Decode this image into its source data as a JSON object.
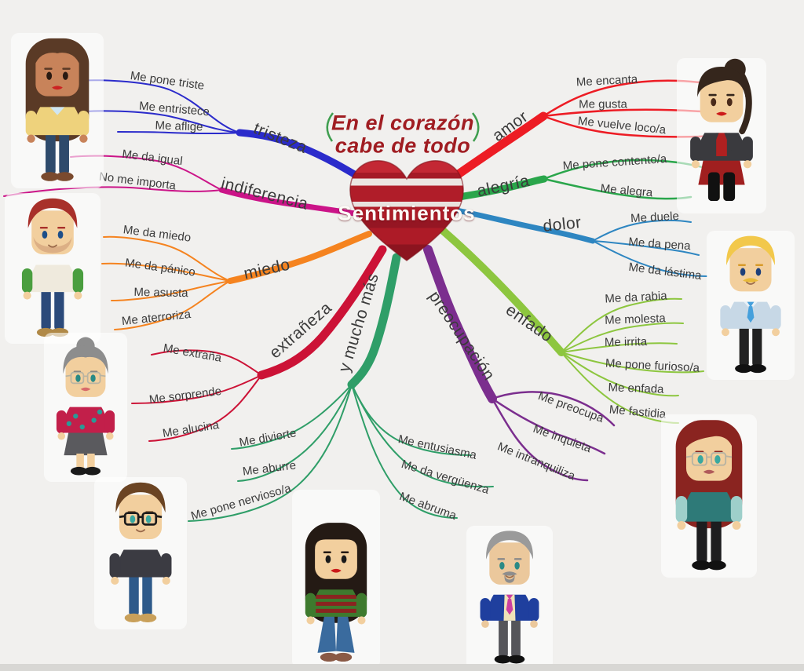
{
  "page": {
    "background": "#f1f0ee"
  },
  "center": {
    "title_line1": "En el corazón",
    "title_line2": "cabe de todo",
    "title_color": "#a01d22",
    "paren_color": "#3f9e4f",
    "heart_label": "Sentimientos",
    "heart_colors": {
      "base": "#b01d29",
      "dark": "#8c141f",
      "stripe": "#ece6e2"
    }
  },
  "branches": [
    {
      "label": "tristeza",
      "color": "#2b2bcb",
      "children": [
        {
          "label": "Me pone triste"
        },
        {
          "label": "Me entristece"
        },
        {
          "label": "Me aflige"
        }
      ]
    },
    {
      "label": "indiferencia",
      "color": "#cb1488",
      "children": [
        {
          "label": "Me da igual"
        },
        {
          "label": "No me importa"
        }
      ]
    },
    {
      "label": "miedo",
      "color": "#f5831f",
      "children": [
        {
          "label": "Me da miedo"
        },
        {
          "label": "Me da pánico"
        },
        {
          "label": "Me asusta"
        },
        {
          "label": "Me aterroriza"
        }
      ]
    },
    {
      "label": "extrañeza",
      "color": "#cc1236",
      "children": [
        {
          "label": "Me extraña"
        },
        {
          "label": "Me sorprende"
        },
        {
          "label": "Me alucina"
        }
      ]
    },
    {
      "label": "y mucho más",
      "color": "#2f9e68",
      "children": [
        {
          "label": "Me divierte"
        },
        {
          "label": "Me aburre"
        },
        {
          "label": "Me pone nervioso/a"
        },
        {
          "label": "Me entusiasma"
        },
        {
          "label": "Me da vergüenza"
        },
        {
          "label": "Me abruma"
        }
      ]
    },
    {
      "label": "preocupación",
      "color": "#7b2e8e",
      "children": [
        {
          "label": "Me preocupa"
        },
        {
          "label": "Me inquieta"
        },
        {
          "label": "Me intranquiliza"
        }
      ]
    },
    {
      "label": "enfado",
      "color": "#8dc63f",
      "children": [
        {
          "label": "Me da rabia"
        },
        {
          "label": "Me molesta"
        },
        {
          "label": "Me irrita"
        },
        {
          "label": "Me pone furioso/a"
        },
        {
          "label": "Me enfada"
        },
        {
          "label": "Me fastidia"
        }
      ]
    },
    {
      "label": "dolor",
      "color": "#2e86c1",
      "children": [
        {
          "label": "Me duele"
        },
        {
          "label": "Me da pena"
        },
        {
          "label": "Me da lástima"
        }
      ]
    },
    {
      "label": "alegría",
      "color": "#2aa64b",
      "children": [
        {
          "label": "Me pone contento/a"
        },
        {
          "label": "Me alegra"
        }
      ]
    },
    {
      "label": "amor",
      "color": "#ed1c24",
      "children": [
        {
          "label": "Me encanta"
        },
        {
          "label": "Me gusta"
        },
        {
          "label": "Me vuelve loco/a"
        }
      ]
    }
  ],
  "characters": [
    {
      "name": "character-woman-curly-hair",
      "features": [
        "long-hair",
        "part-fringe",
        "lips",
        "collar"
      ],
      "palette": {
        "hair": "#5a3a26",
        "skin": "#c8835a",
        "top": "#eed27c",
        "collar": "#cfe6f2",
        "bottom": "#2e4a6b",
        "shoe": "#7a4a2e",
        "eye": "#2a1a12",
        "lip": "#cc2222"
      }
    },
    {
      "name": "character-man-red-hair",
      "features": [
        "short-hair",
        "beard"
      ],
      "palette": {
        "hair": "#a8302a",
        "skin": "#f2cf9e",
        "top": "#efeadd",
        "sleeve": "#4a9e3f",
        "bottom": "#2b4a7a",
        "shoe": "#b08947",
        "eye": "#1d4e89",
        "beard": "#dcaf85"
      }
    },
    {
      "name": "character-grandmother",
      "features": [
        "bun",
        "part-fringe",
        "glasses-thin",
        "lips",
        "skirt",
        "flowers"
      ],
      "palette": {
        "hair": "#8d8d8d",
        "band": "#2a9a96",
        "skin": "#f2cf9e",
        "top": "#c21f4a",
        "flower": "#2a9a96",
        "bottom": "#5a5a5e",
        "shoe": "#1a1a1a",
        "eye": "#2a8a86",
        "lip": "#d86a6a",
        "brow": "#7a7a7a"
      }
    },
    {
      "name": "character-man-glasses",
      "features": [
        "short-hair",
        "glasses"
      ],
      "palette": {
        "hair": "#6b4423",
        "skin": "#f2cf9e",
        "top": "#3b3b42",
        "bottom": "#2e5a8a",
        "shoe": "#c9a05a",
        "eye": "#3aa8a0"
      }
    },
    {
      "name": "character-girl-striped-shirt",
      "features": [
        "long-hair",
        "bangs",
        "lips",
        "stripes",
        "flared"
      ],
      "palette": {
        "hair": "#241a14",
        "skin": "#f2cf9e",
        "top": "#3e7a2e",
        "stripe": "#8a2420",
        "bottom": "#3a6b9e",
        "shoe": "#8a5a46",
        "eye": "#1a1a1a",
        "lip": "#cc1a1a"
      }
    },
    {
      "name": "character-man-blue-suit",
      "features": [
        "short-hair",
        "mustache",
        "goatee",
        "vest",
        "tie"
      ],
      "palette": {
        "hair": "#9a9a9a",
        "skin": "#ebc89c",
        "top": "#1f3f9e",
        "vest": "#efe2b8",
        "tie": "#cc3fa0",
        "bottom": "#55555a",
        "shoe": "#111111",
        "eye": "#2a8a86",
        "mus": "#8d8d8d",
        "brow": "#8a8a8a"
      }
    },
    {
      "name": "character-woman-ponytail",
      "features": [
        "ponytail",
        "side-fringe",
        "lips",
        "skirt",
        "boots",
        "jacket"
      ],
      "palette": {
        "hair": "#35261c",
        "skin": "#f2cf9e",
        "top": "#3a3a3e",
        "inner": "#b02020",
        "bottom": "#a01f1f",
        "shoe": "#111111",
        "eye": "#4a2a1a",
        "lip": "#cc1a1a"
      }
    },
    {
      "name": "character-man-blond-tie",
      "features": [
        "short-hair",
        "mustache",
        "tie",
        "collar"
      ],
      "palette": {
        "hair": "#f2c84b",
        "skin": "#f2cf9e",
        "top": "#c7d8e6",
        "collar": "#e8f0f6",
        "tie": "#45a0dc",
        "bottom": "#222222",
        "shoe": "#111111",
        "eye": "#1d3f7a",
        "mus": "#e8b93a",
        "brow": "#d89b2a"
      }
    },
    {
      "name": "character-woman-red-hair-glasses",
      "features": [
        "long-hair",
        "side-fringe",
        "glasses-thin",
        "lips"
      ],
      "palette": {
        "hair": "#8a2420",
        "skin": "#f2cf9e",
        "top": "#2e7a78",
        "sleeve": "#9ecfca",
        "bottom": "#1d1d1f",
        "shoe": "#111111",
        "eye": "#3aa8a0",
        "lip": "#b05a5a"
      }
    }
  ]
}
